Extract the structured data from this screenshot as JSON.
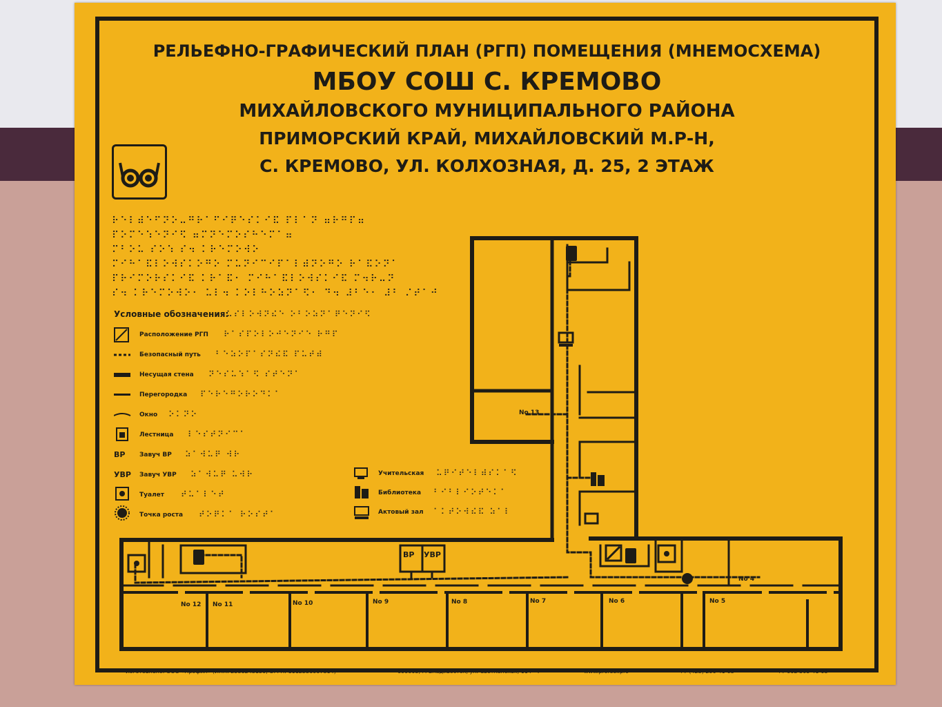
{
  "sign": {
    "title_line1": "РЕЛЬЕФНО-ГРАФИЧЕСКИЙ ПЛАН (РГП) ПОМЕЩЕНИЯ (МНЕМОСХЕМА)",
    "title_line2": "МБОУ СОШ С. КРЕМОВО",
    "title_line3": "МИХАЙЛОВСКОГО МУНИЦИПАЛЬНОГО РАЙОНА",
    "title_line4": "ПРИМОРСКИЙ КРАЙ, МИХАЙЛОВСКИЙ М.Р-Н,",
    "title_line5": "С. КРЕМОВО, УЛ. КОЛХОЗНАЯ, Д. 25, 2 ЭТАЖ",
    "braille_lines": [
      "⠗⠑⠇⠾⠑⠋⠝⠕⠤⠛⠗⠁⠋⠊⠟⠑⠎⠅⠊⠯ ⠏⠇⠁⠝ ⠶⠗⠛⠏⠶",
      "⠏⠕⠍⠑⠱⠑⠝⠊⠫ ⠶⠍⠝⠑⠍⠕⠎⠓⠑⠍⠁⠶",
      "⠍⠃⠕⠥ ⠎⠕⠱ ⠎⠲ ⠅⠗⠑⠍⠕⠺⠕",
      "⠍⠊⠓⠁⠯⠇⠕⠺⠎⠅⠕⠛⠕ ⠍⠥⠝⠊⠉⠊⠏⠁⠇⠾⠝⠕⠛⠕ ⠗⠁⠯⠕⠝⠁",
      "⠏⠗⠊⠍⠕⠗⠎⠅⠊⠯ ⠅⠗⠁⠯⠂ ⠍⠊⠓⠁⠯⠇⠕⠺⠎⠅⠊⠯ ⠍⠲⠗⠤⠝",
      "⠎⠲ ⠅⠗⠑⠍⠕⠺⠕⠂ ⠥⠇⠲ ⠅⠕⠇⠓⠕⠵⠝⠁⠫⠂ ⠙⠲ ⠼⠃⠑⠂ ⠼⠃ ⠌⠞⠁⠚"
    ]
  },
  "legend": {
    "title": "Условные обозначения:",
    "title_braille": "⠥⠎⠇⠕⠺⠝⠮⠑ ⠕⠃⠕⠵⠝⠁⠟⠑⠝⠊⠫",
    "items": [
      {
        "label": "Расположение РГП",
        "braille": "⠗⠁⠎⠏⠕⠇⠕⠚⠑⠝⠊⠑ ⠗⠛⠏"
      },
      {
        "label": "Безопасный путь",
        "braille": "⠃⠑⠵⠕⠏⠁⠎⠝⠮⠯ ⠏⠥⠞⠾"
      },
      {
        "label": "Несущая стена",
        "braille": "⠝⠑⠎⠥⠱⠁⠫ ⠎⠞⠑⠝⠁"
      },
      {
        "label": "Перегородка",
        "braille": "⠏⠑⠗⠑⠛⠕⠗⠕⠙⠅⠁"
      },
      {
        "label": "Окно",
        "braille": "⠕⠅⠝⠕"
      },
      {
        "label": "Лестница",
        "braille": "⠇⠑⠎⠞⠝⠊⠉⠁"
      },
      {
        "label": "Завуч ВР",
        "braille": "⠵⠁⠺⠥⠟ ⠺⠗",
        "sym": "ВР"
      },
      {
        "label": "Завуч УВР",
        "braille": "⠵⠁⠺⠥⠟ ⠥⠺⠗",
        "sym": "УВР"
      },
      {
        "label": "Туалет",
        "braille": "⠞⠥⠁⠇⠑⠞"
      },
      {
        "label": "Точка роста",
        "braille": "⠞⠕⠟⠅⠁ ⠗⠕⠎⠞⠁"
      }
    ],
    "items2": [
      {
        "label": "Учительская",
        "braille": "⠥⠟⠊⠞⠑⠇⠾⠎⠅⠁⠫"
      },
      {
        "label": "Библиотека",
        "braille": "⠃⠊⠃⠇⠊⠕⠞⠑⠅⠁"
      },
      {
        "label": "Актовый зал",
        "braille": "⠁⠅⠞⠕⠺⠮⠯ ⠵⠁⠇"
      }
    ]
  },
  "rooms": {
    "r13": "No 13",
    "r12": "No 12",
    "r11": "No 11",
    "r10": "No 10",
    "r9": "No 9",
    "r8": "No 8",
    "r7": "No 7",
    "r6": "No 6",
    "r5": "No 5",
    "r4": "No 4",
    "vr": "ВР",
    "uvr": "УВР"
  },
  "footer": {
    "maker": "Изготовлено: ООО «Профил» (ИНН: 2536243150, ОГРН: 1112536007814)",
    "address": "690005, г. Владивосток, ул. Светланская, 114—7",
    "site": "www.profeel.pro",
    "phone1": "+7 (423) 290-41-03",
    "phone2": "+7 902 505-41-03"
  },
  "colors": {
    "sign": "#f2b21a",
    "ink": "#1e1c16",
    "wall_stripe": "#4a2a3c"
  }
}
